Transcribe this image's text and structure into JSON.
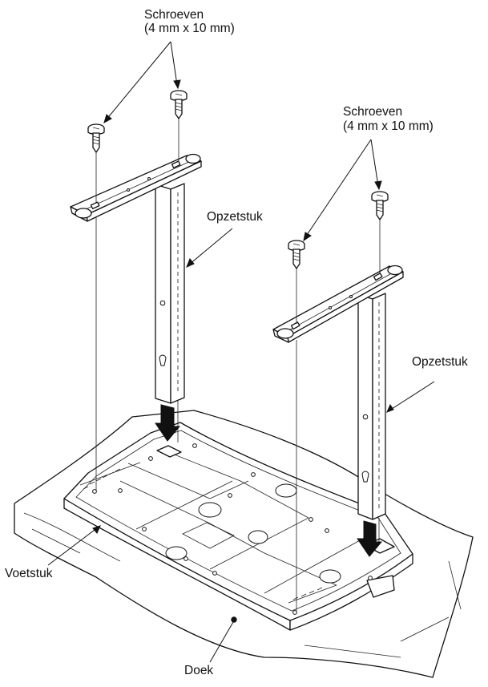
{
  "labels": {
    "screws_left_line1": "Schroeven",
    "screws_left_line2": "(4 mm x 10 mm)",
    "screws_right_line1": "Schroeven",
    "screws_right_line2": "(4 mm x 10 mm)",
    "extension_left": "Opzetstuk",
    "extension_right": "Opzetstuk",
    "base": "Voetstuk",
    "cloth": "Doek"
  },
  "colors": {
    "ink": "#111111",
    "paper": "#ffffff"
  }
}
